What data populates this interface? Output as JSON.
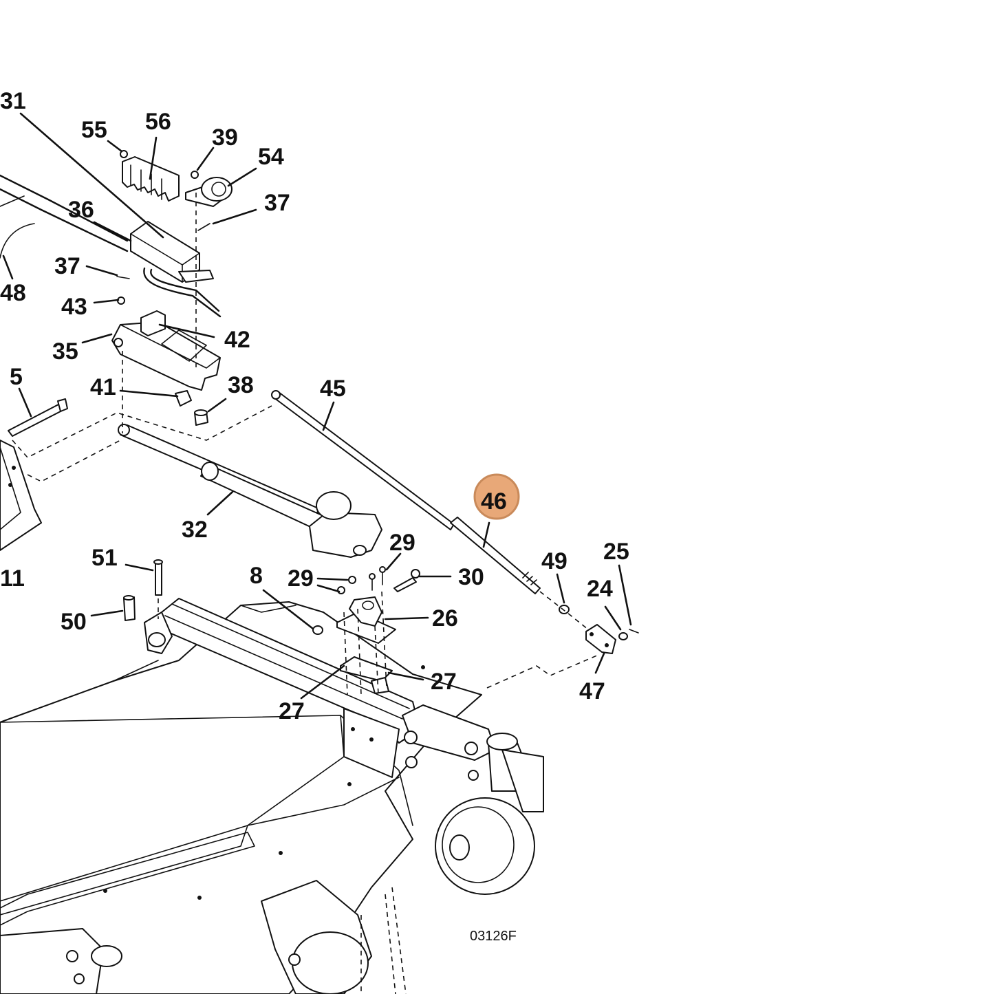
{
  "diagram": {
    "drawing_number": "03126F",
    "highlight_color": "#e8a878",
    "highlight_border": "#c98a5a",
    "callouts": [
      {
        "id": "c31",
        "label": "31"
      },
      {
        "id": "c55",
        "label": "55"
      },
      {
        "id": "c56",
        "label": "56"
      },
      {
        "id": "c39",
        "label": "39"
      },
      {
        "id": "c54",
        "label": "54"
      },
      {
        "id": "c37a",
        "label": "37"
      },
      {
        "id": "c36",
        "label": "36"
      },
      {
        "id": "c37b",
        "label": "37"
      },
      {
        "id": "c48",
        "label": "48"
      },
      {
        "id": "c43",
        "label": "43"
      },
      {
        "id": "c42",
        "label": "42"
      },
      {
        "id": "c35",
        "label": "35"
      },
      {
        "id": "c5",
        "label": "5"
      },
      {
        "id": "c41",
        "label": "41"
      },
      {
        "id": "c38",
        "label": "38"
      },
      {
        "id": "c45",
        "label": "45"
      },
      {
        "id": "c46",
        "label": "46",
        "highlighted": true
      },
      {
        "id": "c32",
        "label": "32"
      },
      {
        "id": "c29a",
        "label": "29"
      },
      {
        "id": "c29b",
        "label": "29"
      },
      {
        "id": "c30",
        "label": "30"
      },
      {
        "id": "c49",
        "label": "49"
      },
      {
        "id": "c25",
        "label": "25"
      },
      {
        "id": "c24",
        "label": "24"
      },
      {
        "id": "c51",
        "label": "51"
      },
      {
        "id": "c11",
        "label": "11"
      },
      {
        "id": "c8",
        "label": "8"
      },
      {
        "id": "c26",
        "label": "26"
      },
      {
        "id": "c50",
        "label": "50"
      },
      {
        "id": "c47",
        "label": "47"
      },
      {
        "id": "c27a",
        "label": "27"
      },
      {
        "id": "c27b",
        "label": "27"
      }
    ]
  }
}
